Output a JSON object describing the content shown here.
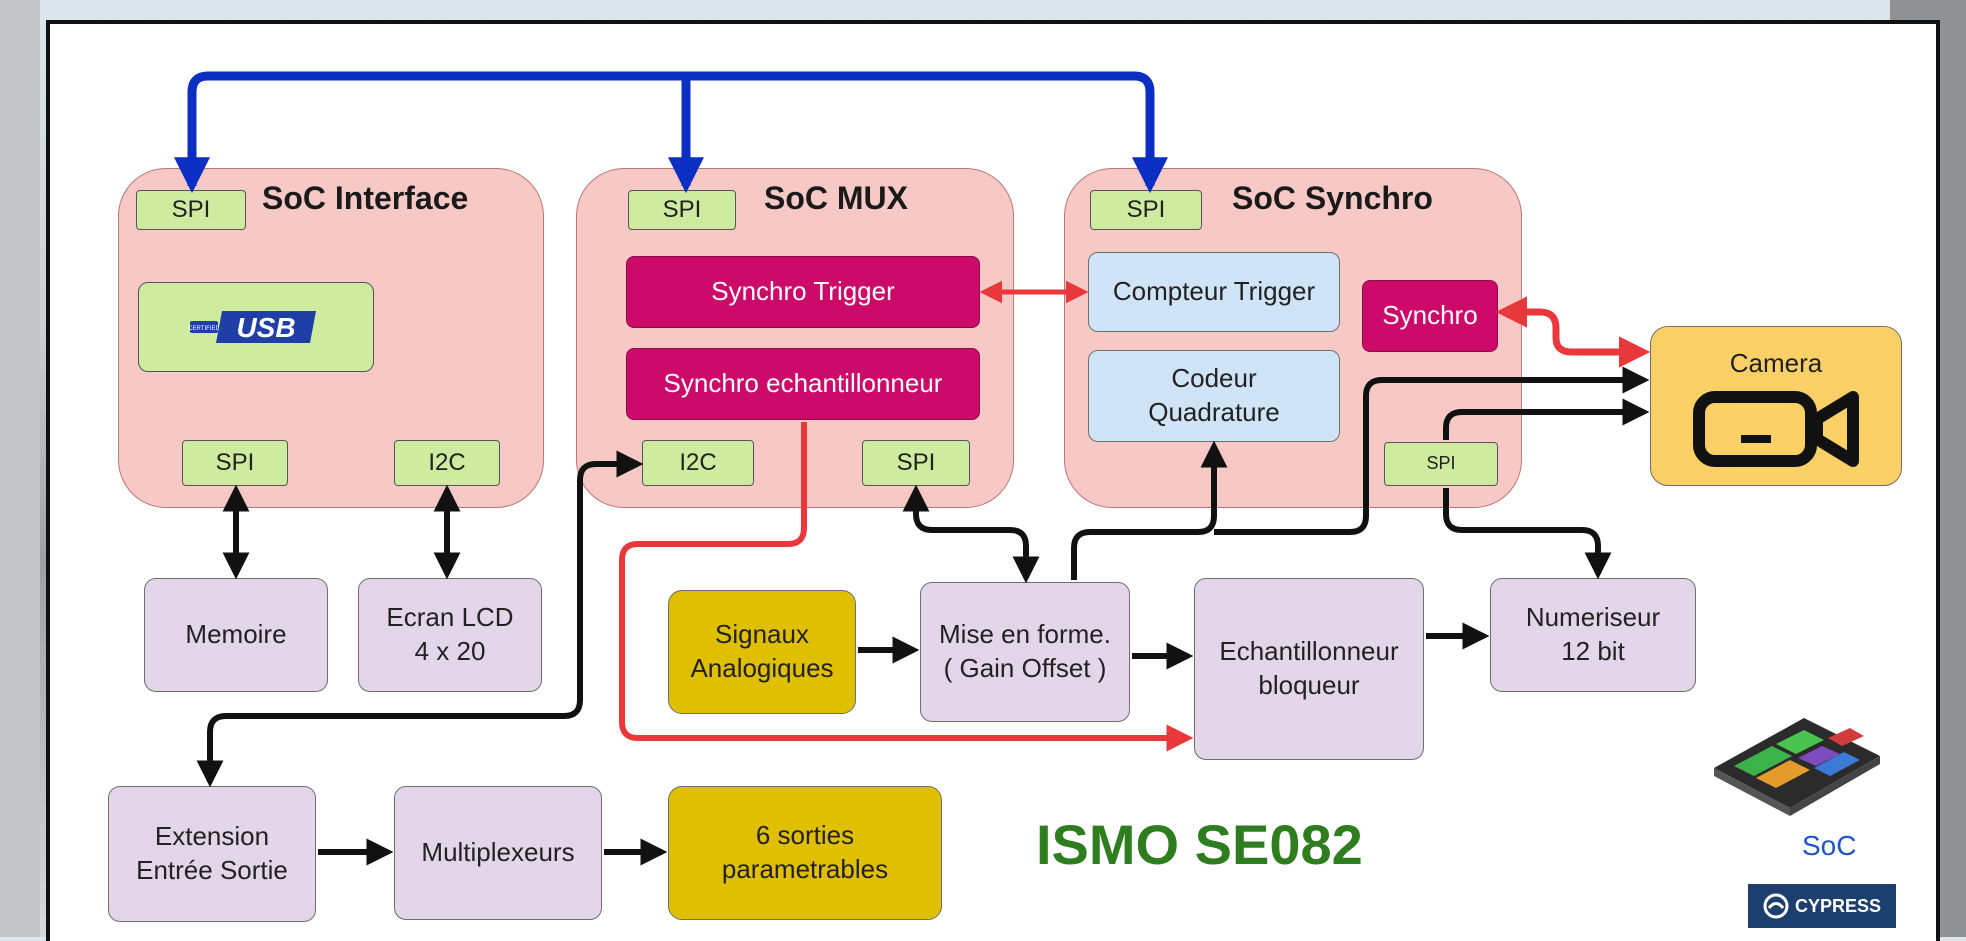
{
  "title": "ISMO SE082",
  "soc_interface": {
    "title": "SoC Interface",
    "spi_top": "SPI",
    "usb": "USB",
    "usb_small": "CERTIFIED",
    "spi_bottom": "SPI",
    "i2c": "I2C"
  },
  "soc_mux": {
    "title": "SoC MUX",
    "spi_top": "SPI",
    "synchro_trigger": "Synchro Trigger",
    "synchro_echantillonneur": "Synchro echantillonneur",
    "i2c": "I2C",
    "spi_bottom": "SPI"
  },
  "soc_synchro": {
    "title": "SoC Synchro",
    "spi_top": "SPI",
    "compteur_trigger": "Compteur Trigger",
    "synchro": "Synchro",
    "codeur_line1": "Codeur",
    "codeur_line2": "Quadrature",
    "spi_bottom": "SPI"
  },
  "camera": {
    "label": "Camera"
  },
  "memoire": "Memoire",
  "ecran": {
    "line1": "Ecran LCD",
    "line2": "4 x 20"
  },
  "signaux": {
    "line1": "Signaux",
    "line2": "Analogiques"
  },
  "mise_en_forme": {
    "line1": "Mise en forme.",
    "line2": "( Gain Offset )"
  },
  "echantillonneur": {
    "line1": "Echantillonneur",
    "line2": "bloqueur"
  },
  "numeriseur": {
    "line1": "Numeriseur",
    "line2": "12 bit"
  },
  "extension": {
    "line1": "Extension",
    "line2": "Entrée Sortie"
  },
  "multiplexeurs": "Multiplexeurs",
  "sorties": {
    "line1": "6 sorties",
    "line2": "parametrables"
  },
  "chip_label": "SoC",
  "cypress_logo": "CYPRESS",
  "colors": {
    "bus_blue": "#0a2fc2",
    "link_red": "#e8383c",
    "link_black": "#111111",
    "brand_green": "#2e7d1e"
  }
}
